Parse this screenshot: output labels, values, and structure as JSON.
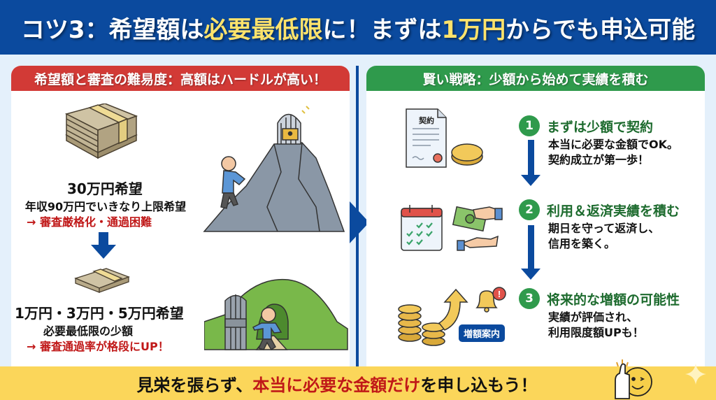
{
  "header": {
    "title_part1": "コツ3：希望額は",
    "title_hl1": "必要最低限",
    "title_part2": "に！まずは",
    "title_hl2": "1万円",
    "title_part3": "からでも申込可能"
  },
  "left_panel": {
    "heading": "希望額と審査の難易度：高額はハードルが高い！",
    "high": {
      "amount": "30万円希望",
      "detail": "年収90万円でいきなり上限希望",
      "result": "→ 審査厳格化・通過困難"
    },
    "low": {
      "amount": "1万円・3万円・5万円希望",
      "detail": "必要最低限の少額",
      "result": "→ 審査通過率が格段にUP！"
    }
  },
  "right_panel": {
    "heading": "賢い戦略：少額から始めて実績を積む",
    "contract_label": "契約",
    "steps": [
      {
        "num": "1",
        "title": "まずは少額で契約",
        "desc_line1": "本当に必要な金額でOK。",
        "desc_line2": "契約成立が第一歩！"
      },
      {
        "num": "2",
        "title": "利用＆返済実績を積む",
        "desc_line1": "期日を守って返済し、",
        "desc_line2": "信用を築く。"
      },
      {
        "num": "3",
        "title": "将来的な増額の可能性",
        "desc_line1": "実績が評価され、",
        "desc_line2": "利用限度額UPも！"
      }
    ],
    "badge": "増額案内"
  },
  "footer": {
    "part1": "見栄を張らず、",
    "hl": "本当に必要な金額だけ",
    "part2": "を申し込もう！"
  },
  "colors": {
    "brand_blue": "#0b4a9e",
    "accent_red": "#d23a36",
    "accent_green": "#2f9a4c",
    "highlight_yellow": "#ffe36b",
    "footer_yellow": "#fbd65a"
  }
}
